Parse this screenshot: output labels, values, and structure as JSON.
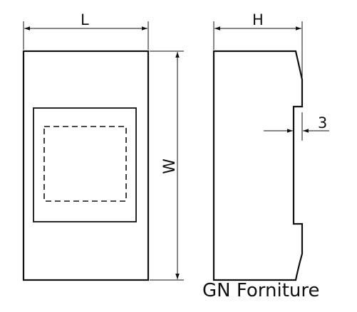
{
  "dimensions": {
    "length_label": "L",
    "height_label": "H",
    "width_label": "W",
    "offset_label": "3"
  },
  "brand": {
    "text": "GN Forniture"
  },
  "colors": {
    "stroke": "#111111",
    "background": "#ffffff"
  }
}
